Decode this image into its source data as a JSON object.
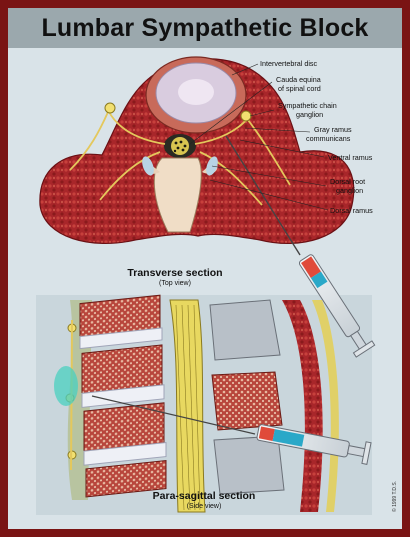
{
  "title": "Lumbar Sympathetic Block",
  "labels": {
    "intervertebral_disc": "Intervertebral disc",
    "cauda_equina_1": "Cauda equina",
    "cauda_equina_2": "of spinal cord",
    "sympathetic_chain_1": "Sympathetic chain",
    "sympathetic_chain_2": "ganglion",
    "gray_ramus_1": "Gray ramus",
    "gray_ramus_2": "communicans",
    "ventral_ramus": "Ventral ramus",
    "dorsal_root_1": "Dorsal root",
    "dorsal_root_2": "ganglion",
    "dorsal_ramus": "Dorsal ramus"
  },
  "captions": {
    "transverse_title": "Transverse section",
    "transverse_sub": "(Top view)",
    "parasagittal_title": "Para-sagittal section",
    "parasagittal_sub": "(Side view)"
  },
  "copyright": "© 1999 T.D.S.",
  "colors": {
    "frame": "#7a1414",
    "background": "#d9e3e8",
    "title_bar": "#9ba8ad",
    "muscle": "#a8262a",
    "bone": "#e8c9a8",
    "disc": "#d3c7dc",
    "nerve": "#e4c85c",
    "needle_fluid": "#2aa8c8"
  }
}
